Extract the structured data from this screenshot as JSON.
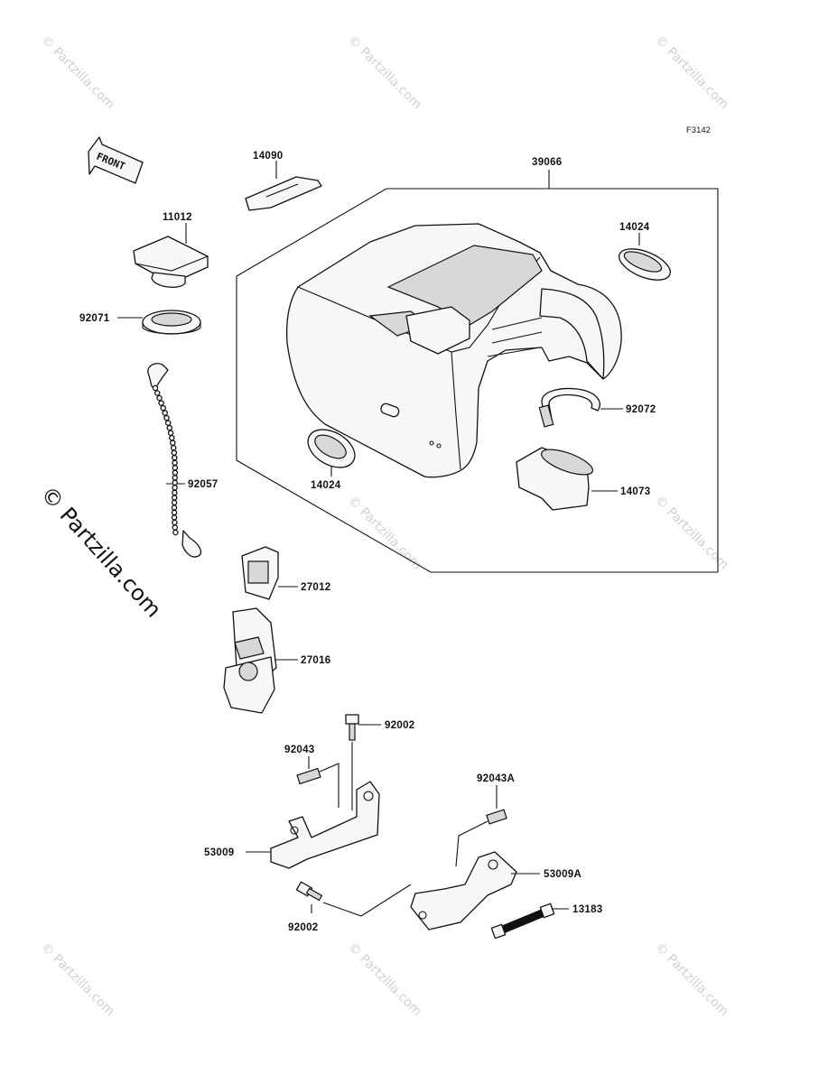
{
  "figure_code": "F3142",
  "front_label": "FRONT",
  "parts": {
    "p14090": "14090",
    "p39066": "39066",
    "p11012": "11012",
    "p14024a": "14024",
    "p92071": "92071",
    "p92072": "92072",
    "p92057": "92057",
    "p14024b": "14024",
    "p14073": "14073",
    "p27012": "27012",
    "p27016": "27016",
    "p92002a": "92002",
    "p92043": "92043",
    "p92043A": "92043A",
    "p53009": "53009",
    "p53009A": "53009A",
    "p13183": "13183",
    "p92002b": "92002"
  },
  "watermarks": {
    "small": "© Partzilla.com",
    "large": "© Partzilla.com"
  }
}
